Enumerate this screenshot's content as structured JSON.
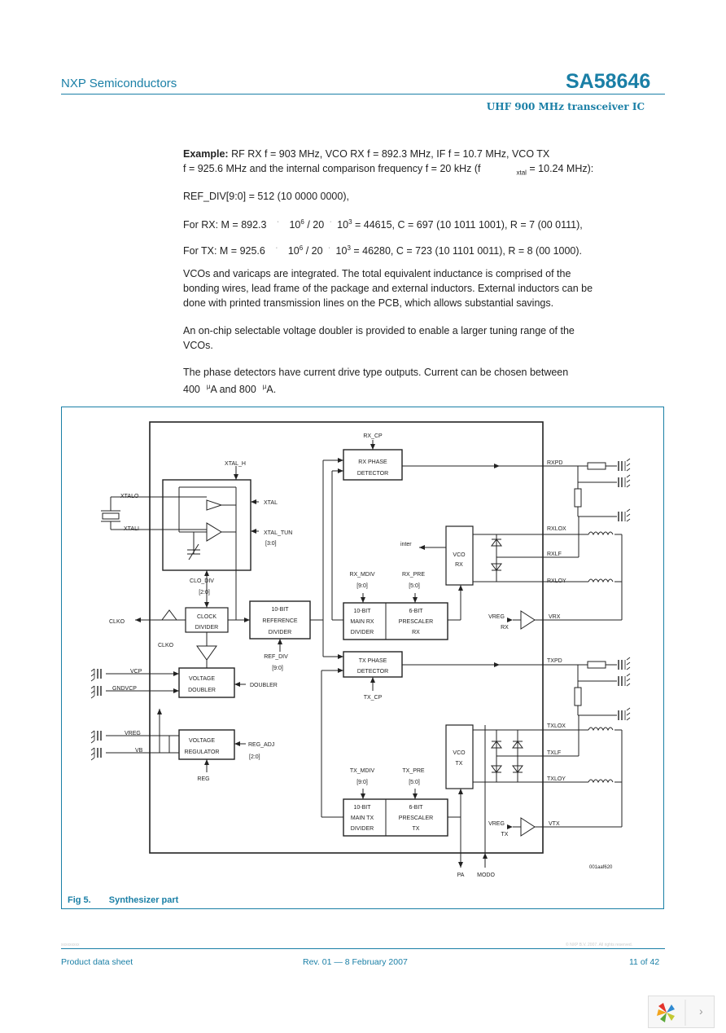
{
  "header": {
    "company": "NXP Semiconductors",
    "product": "SA58646",
    "subtitle": "UHF 900 MHz transceiver IC"
  },
  "body": {
    "example_label": "Example:",
    "example_text": " RF RX  f = 903 MHz, VCO RX f = 892.3 MHz, IF f = 10.7 MHz, VCO TX",
    "example_line2a": "f = 925.6 MHz and the internal comparison frequency f = 20 kHz (f",
    "example_line2_sub": "xtal",
    "example_line2b": " = 10.24 MHz):",
    "ref_div": "REF_DIV[9:0] = 512 (10 0000 0000),",
    "rx_a": "For RX: M = 892.3",
    "rx_b": "10",
    "rx_c": "6",
    "rx_d": " / 20",
    "rx_e": "10",
    "rx_f": "3",
    "rx_g": " = 44615, C = 697 (10 1011 1001), R = 7 (00 0111),",
    "tx_a": "For TX: M = 925.6",
    "tx_b": "10",
    "tx_c": "6",
    "tx_d": " / 20",
    "tx_e": "10",
    "tx_f": "3",
    "tx_g": " = 46280, C = 723 (10 1101 0011), R = 8 (00 1000).",
    "para_vco": "VCOs and varicaps are integrated. The total equivalent inductance is comprised of the bonding wires, lead frame of the package and external inductors. External inductors can be done with printed transmission lines on the PCB, which allows substantial savings.",
    "para_doubler": "An on-chip selectable voltage doubler is provided to enable a larger tuning range of the VCOs.",
    "para_phase_1": "The phase detectors have current drive type outputs. Current can be chosen between",
    "para_phase_2a": "400",
    "para_phase_2b": "A and 800",
    "para_phase_2c": "A.",
    "micro_glyph": "µ"
  },
  "figure": {
    "label": "Fig 5.",
    "title": "Synthesizer part",
    "code": "001aaf620",
    "blocks": {
      "rx_phase_1": "RX PHASE",
      "rx_phase_2": "DETECTOR",
      "tx_phase_1": "TX PHASE",
      "tx_phase_2": "DETECTOR",
      "clock_div_1": "CLOCK",
      "clock_div_2": "DIVIDER",
      "ref_div_1": "10-BIT",
      "ref_div_2": "REFERENCE",
      "ref_div_3": "DIVIDER",
      "rx_main_1": "10-BIT",
      "rx_main_2": "MAIN RX",
      "rx_main_3": "DIVIDER",
      "rx_pre_1": "6-BIT",
      "rx_pre_2": "PRESCALER",
      "rx_pre_3": "RX",
      "tx_main_1": "10-BIT",
      "tx_main_2": "MAIN TX",
      "tx_main_3": "DIVIDER",
      "tx_pre_1": "6-BIT",
      "tx_pre_2": "PRESCALER",
      "tx_pre_3": "TX",
      "vdbl_1": "VOLTAGE",
      "vdbl_2": "DOUBLER",
      "vreg_1": "VOLTAGE",
      "vreg_2": "REGULATOR",
      "vco_rx_1": "VCO",
      "vco_rx_2": "RX",
      "vco_tx_1": "VCO",
      "vco_tx_2": "TX"
    },
    "labels": {
      "rx_cp": "RX_CP",
      "tx_cp": "TX_CP",
      "xtal_h": "XTAL_H",
      "xtalo": "XTALO",
      "xtali": "XTALI",
      "xtal": "XTAL",
      "xtal_tun": "XTAL_TUN",
      "xtal_tun_bits": "[3:0]",
      "clo_div": "CLO_DIV",
      "clo_div_bits": "[2:0]",
      "clko": "CLKO",
      "clko2": "CLKO",
      "ref_div": "REF_DIV",
      "ref_div_bits": "[9:0]",
      "rx_mdiv": "RX_MDIV",
      "rx_mdiv_bits": "[9:0]",
      "rx_pre": "RX_PRE",
      "rx_pre_bits": "[5:0]",
      "tx_mdiv": "TX_MDIV",
      "tx_mdiv_bits": "[9:0]",
      "tx_pre": "TX_PRE",
      "tx_pre_bits": "[5:0]",
      "inter": "inter",
      "rxpd": "RXPD",
      "rxlox": "RXLOX",
      "rxlf": "RXLF",
      "rxloy": "RXLOY",
      "vrx": "VRX",
      "vreg_rx_1": "VREG",
      "vreg_rx_2": "RX",
      "txpd": "TXPD",
      "txlox": "TXLOX",
      "txlf": "TXLF",
      "txloy": "TXLOY",
      "vtx": "VTX",
      "vreg_tx_1": "VREG",
      "vreg_tx_2": "TX",
      "vcp": "VCP",
      "gndvcp": "GNDVCP",
      "doubler": "DOUBLER",
      "vreg": "VREG",
      "vb": "VB",
      "reg": "REG",
      "reg_adj": "REG_ADJ",
      "reg_adj_bits": "[2:0]",
      "pa": "PA",
      "modo": "MODO"
    }
  },
  "footer": {
    "left": "Product data sheet",
    "center": "Rev. 01 — 8 February 2007",
    "right": "11 of 42",
    "faint_left": "xxxxxxxxx",
    "faint_right": "© NXP B.V. 2007. All rights reserved."
  },
  "colors": {
    "brand": "#1a7fa6",
    "text": "#222222",
    "line": "#222222"
  }
}
